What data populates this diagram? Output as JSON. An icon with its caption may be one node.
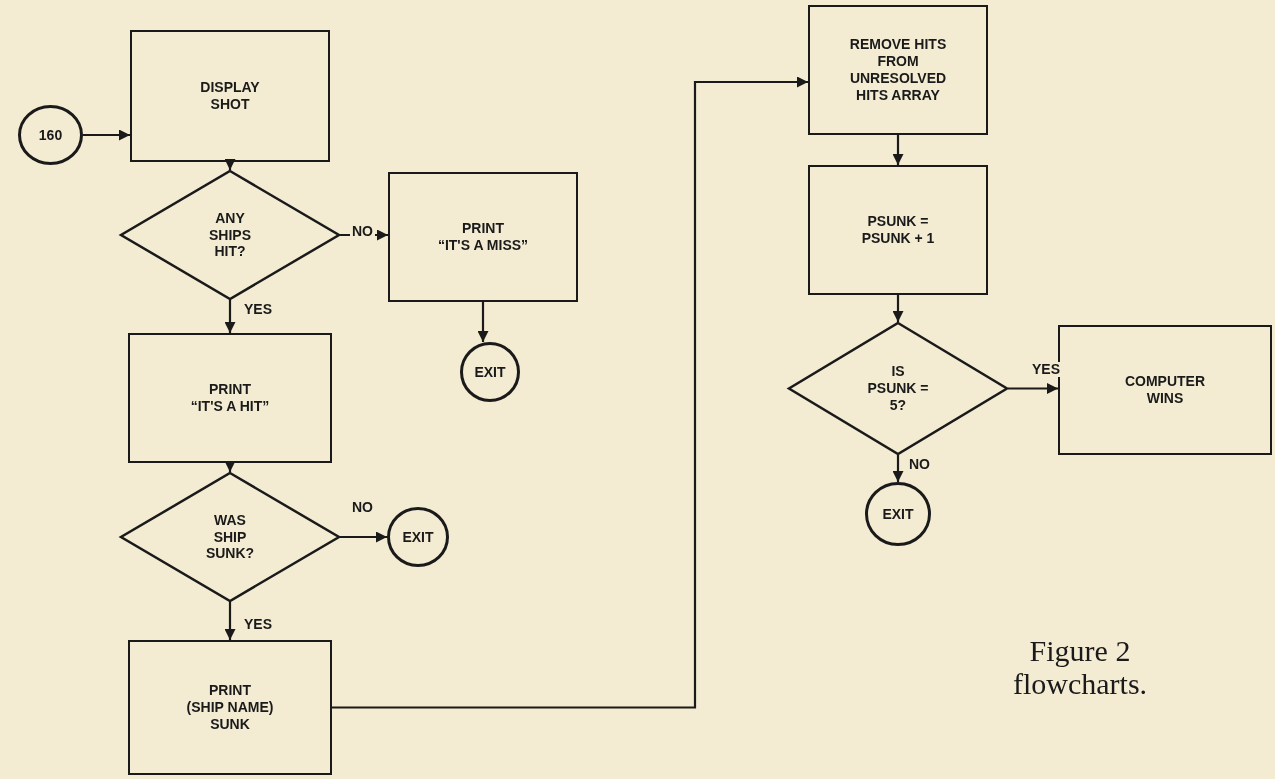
{
  "diagram": {
    "caption": "Figure 2 flowcharts.",
    "nodes": [
      {
        "text": [
          "160"
        ]
      },
      {
        "text": [
          "DISPLAY SHOT"
        ]
      },
      {
        "text": [
          "ANY SHIPS HIT?"
        ]
      },
      {
        "text": [
          "PRINT",
          "“IT'S A MISS”"
        ]
      },
      {
        "text": [
          "EXIT"
        ]
      },
      {
        "text": [
          "PRINT",
          "“IT'S A HIT”"
        ]
      },
      {
        "text": [
          "WAS SHIP SUNK?"
        ]
      },
      {
        "text": [
          "EXIT"
        ]
      },
      {
        "text": [
          "PRINT",
          "(SHIP NAME) SUNK"
        ]
      },
      {
        "text": [
          "REMOVE HITS FROM UNRESOLVED HITS ARRAY"
        ]
      },
      {
        "text": [
          "PSUNK = PSUNK + 1"
        ]
      },
      {
        "text": [
          "IS PSUNK = 5?"
        ]
      },
      {
        "text": [
          "COMPUTER WINS"
        ]
      },
      {
        "text": [
          "EXIT"
        ]
      }
    ],
    "edges": [
      {
        "from": 0,
        "to": 1,
        "arrow": "to"
      },
      {
        "from": 1,
        "to": 2,
        "arrow": "to"
      },
      {
        "from": 2,
        "to": 3,
        "arrow": "to",
        "label": "NO"
      },
      {
        "from": 3,
        "to": 4,
        "arrow": "to"
      },
      {
        "from": 2,
        "to": 5,
        "arrow": "to",
        "label": "YES"
      },
      {
        "from": 5,
        "to": 6,
        "arrow": "to"
      },
      {
        "from": 6,
        "to": 7,
        "arrow": "to",
        "label": "NO"
      },
      {
        "from": 6,
        "to": 8,
        "arrow": "to",
        "label": "YES"
      },
      {
        "from": 8,
        "to": 9,
        "arrow": "to"
      },
      {
        "from": 9,
        "to": 10,
        "arrow": "to"
      },
      {
        "from": 10,
        "to": 11,
        "arrow": "to"
      },
      {
        "from": 11,
        "to": 12,
        "arrow": "to",
        "label": "YES"
      },
      {
        "from": 11,
        "to": 13,
        "arrow": "to",
        "label": "NO"
      }
    ]
  }
}
